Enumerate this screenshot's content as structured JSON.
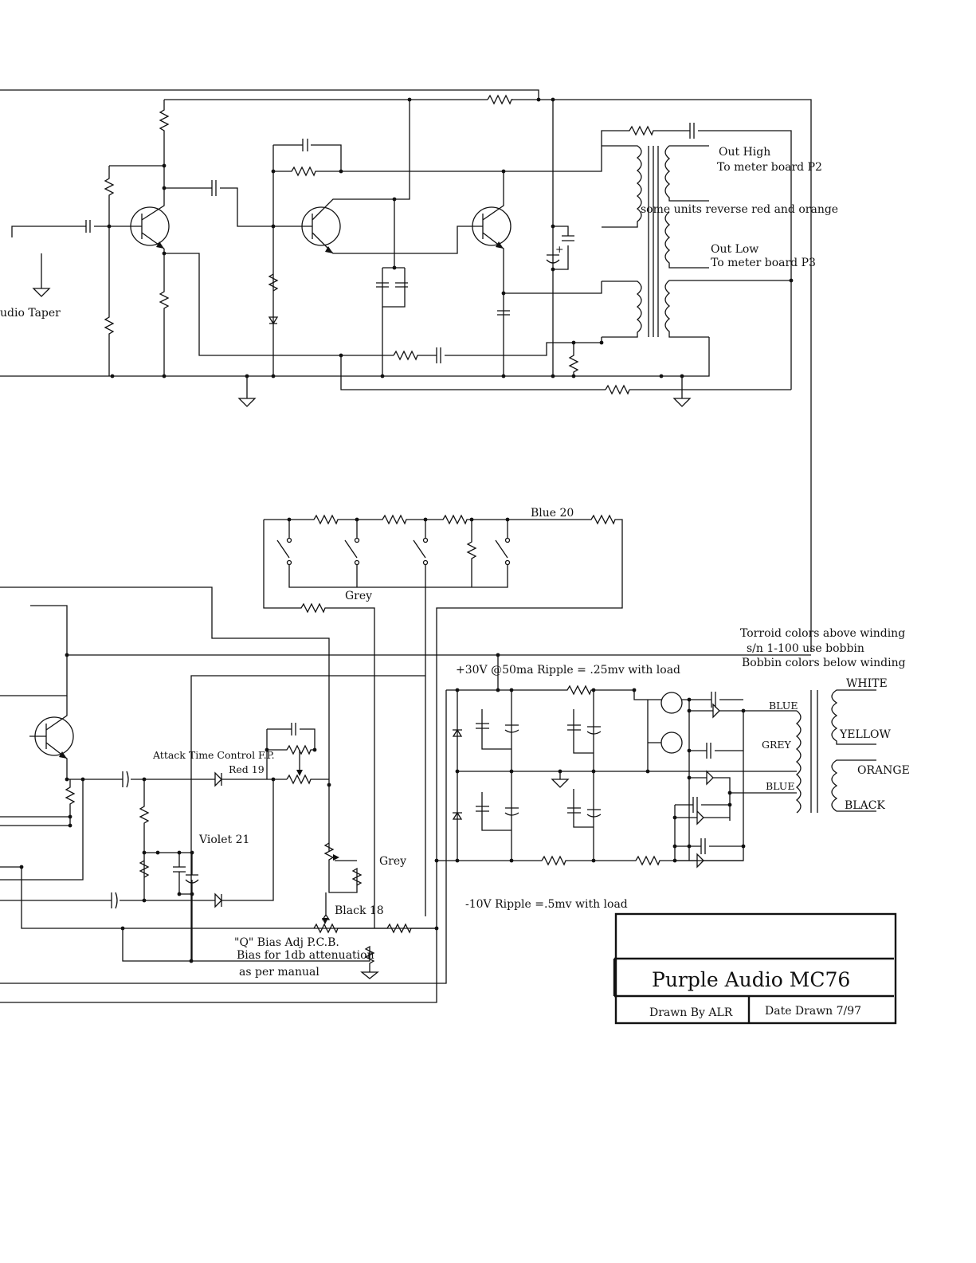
{
  "labels": {
    "out_high": "Out High",
    "to_meter_p2": "To meter board P2",
    "reverse_note": "some units reverse red and orange",
    "out_low": "Out Low",
    "to_meter_p3": "To meter board P3",
    "audio_taper": "udio Taper",
    "blue_20": "Blue 20",
    "grey_switch": "Grey",
    "torroid_note": "Torroid colors above winding",
    "bobbin_serial": "s/n 1-100 use bobbin",
    "bobbin_note": "Bobbin colors  below winding",
    "supply_30v": "+30V @50ma Ripple = .25mv with load",
    "white": "WHITE",
    "blue_top": "BLUE",
    "yellow": "YELLOW",
    "grey_tap": "GREY",
    "orange": "ORANGE",
    "blue_bottom": "BLUE",
    "black": "BLACK",
    "attack_time": "Attack Time Control F.P.",
    "red_19": "Red 19",
    "violet_21": "Violet 21",
    "grey_pot": "Grey",
    "black_18": "Black 18",
    "supply_10v": "-10V Ripple =.5mv with load",
    "q_bias": "\"Q\" Bias Adj P.C.B.",
    "bias_atten": "Bias for 1db attenuation",
    "as_per_manual": "as per manual"
  },
  "title_block": {
    "title": "Purple Audio   MC76",
    "drawn_by": "Drawn By  ALR",
    "date_drawn": "Date Drawn 7/97"
  }
}
